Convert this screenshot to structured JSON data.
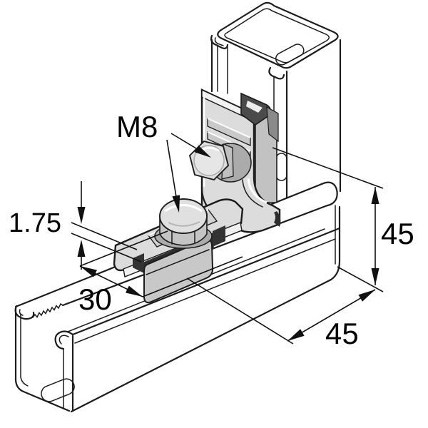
{
  "figure": {
    "type": "technical-illustration",
    "subject": "90-degree angle bracket fastened to a vertical strut channel and a horizontal slotted strut channel with hex bolts",
    "background_color": "#ffffff",
    "line_color": "#1c1c1c",
    "metal_light": "#e0e0e0",
    "metal_mid": "#c6c6c6",
    "metal_dark": "#9c9c9c",
    "shadow_dark": "#2d2d2d",
    "annotations": {
      "bolt_label": "M8",
      "thickness": "1.75",
      "base_width": "30",
      "height_right": "45",
      "depth_bottom": "45"
    },
    "parts": [
      "vertical-strut-channel",
      "horizontal-strut-channel",
      "angle-bracket",
      "hex-bolt-horizontal",
      "hex-bolt-vertical",
      "slide-nut"
    ]
  }
}
